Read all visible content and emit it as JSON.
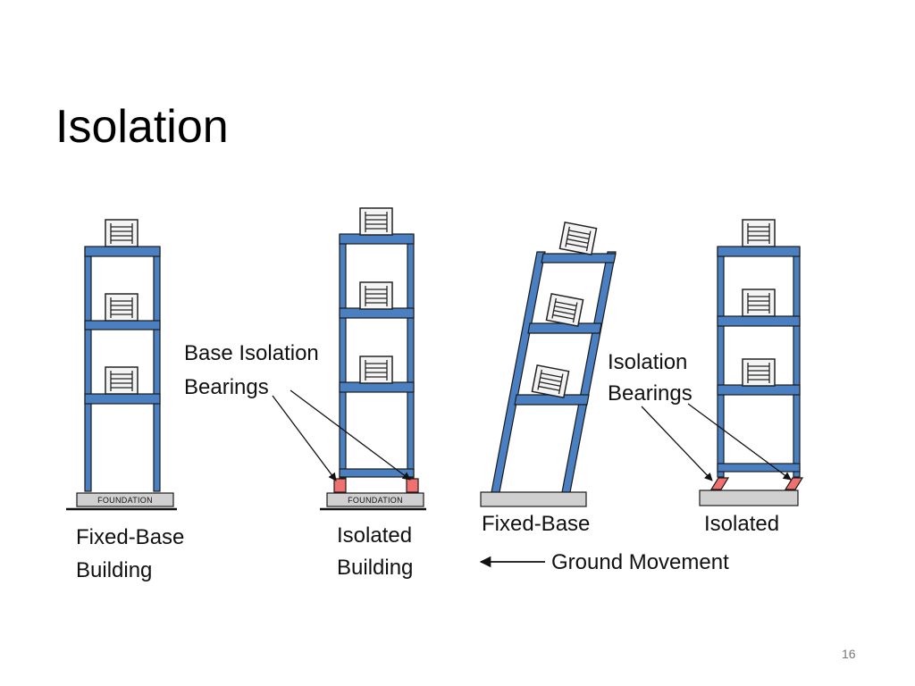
{
  "slide": {
    "title": "Isolation",
    "page_number": "16"
  },
  "colors": {
    "frame": "#4a7fc1",
    "frame_outline": "#1a1a1a",
    "bearing": "#f07070",
    "foundation": "#d0d0d0"
  },
  "diagram": {
    "foundation_label": "FOUNDATION",
    "labels": {
      "fixed_base_building_line1": "Fixed-Base",
      "fixed_base_building_line2": "Building",
      "isolated_building_line1": "Isolated",
      "isolated_building_line2": "Building",
      "base_isolation_line1": "Base Isolation",
      "base_isolation_line2": "Bearings",
      "isolation_line1": "Isolation",
      "isolation_line2": "Bearings",
      "fixed_base_moving": "Fixed-Base",
      "isolated_moving": "Isolated",
      "ground_movement": "Ground Movement"
    },
    "icons": [
      "file-cabinet-icon",
      "arrow-left-icon"
    ]
  }
}
